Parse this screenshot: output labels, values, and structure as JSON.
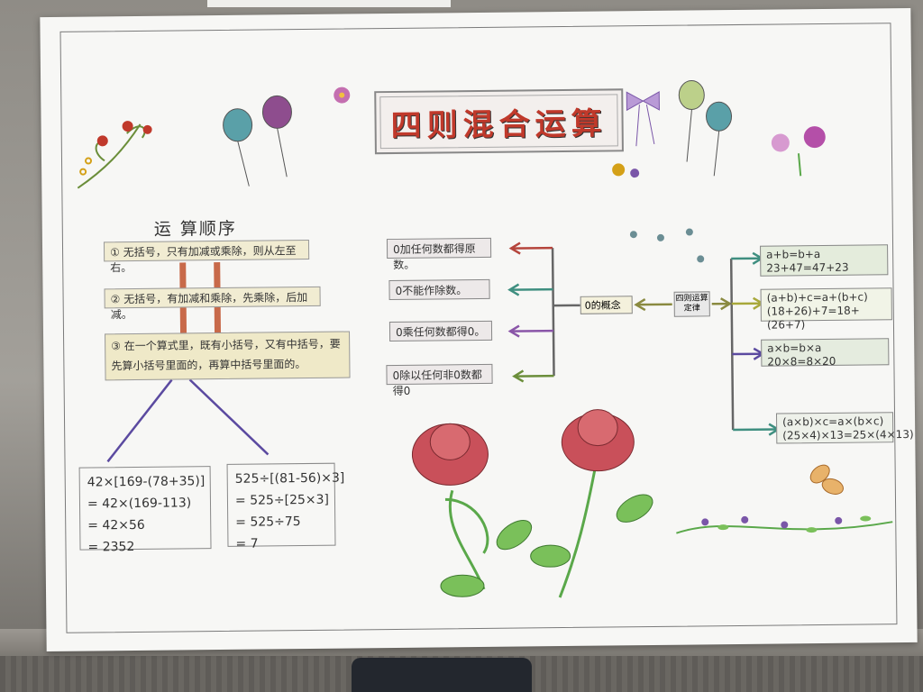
{
  "poster": {
    "title": "四则混合运算",
    "order_heading": "运 算顺序",
    "rules": [
      "① 无括号，只有加减或乘除，则从左至右。",
      "② 无括号，有加减和乘除，先乘除，后加减。",
      "③ 在一个算式里，既有小括号，又有中括号，要先算小括号里面的，再算中括号里面的。"
    ],
    "calc_left": [
      "42×[169-(78+35)]",
      "= 42×(169-113)",
      "= 42×56",
      "= 2352"
    ],
    "calc_right": [
      "525÷[(81-56)×3]",
      "= 525÷[25×3]",
      "= 525÷75",
      "= 7"
    ],
    "zero_properties": [
      "0加任何数都得原数。",
      "0不能作除数。",
      "0乘任何数都得0。",
      "0除以任何非0数都得0"
    ],
    "zero_concept": "0的概念",
    "laws_label": "四则运算定律",
    "laws": [
      [
        "a+b=b+a",
        "23+47=47+23"
      ],
      [
        "(a+b)+c=a+(b+c)",
        "(18+26)+7=18+(26+7)"
      ],
      [
        "a×b=b×a",
        "20×8=8×20"
      ],
      [
        "(a×b)×c=a×(b×c)",
        "(25×4)×13=25×(4×13)"
      ]
    ]
  },
  "colors": {
    "title_red": "#c0392b",
    "rule_fill": "#f1ecd2",
    "rose_red": "#c9505a",
    "leaf_green": "#5aa84a",
    "arrow_red": "#b5453c",
    "arrow_green": "#3f8f80",
    "arrow_purple": "#8a56a8"
  }
}
